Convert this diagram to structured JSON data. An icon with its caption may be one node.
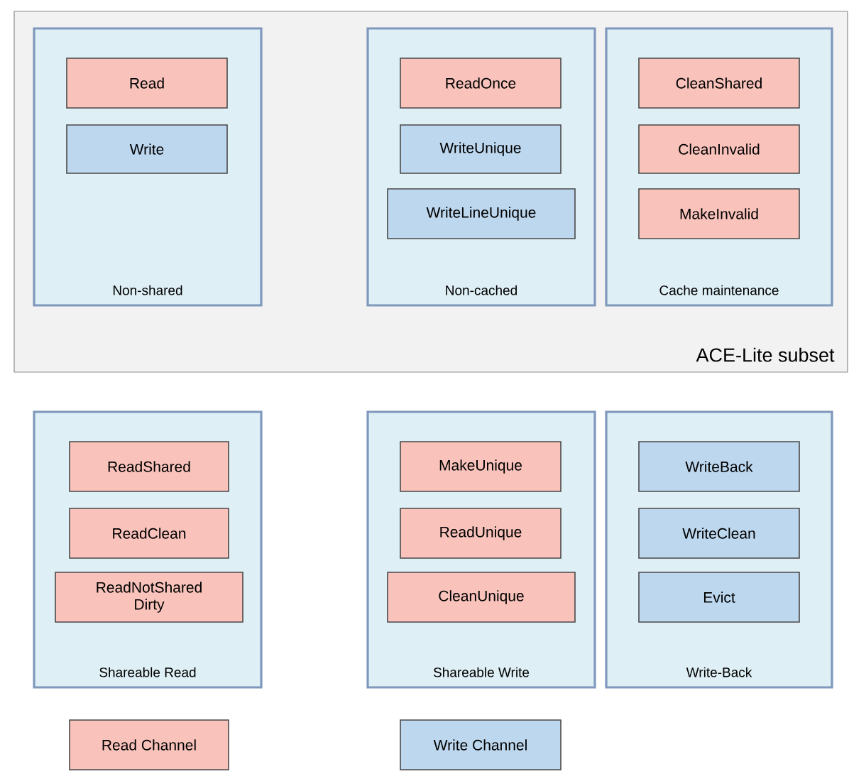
{
  "diagram": {
    "nodes": [
      {
        "text": [
          "ACE-Lite subset"
        ]
      },
      {
        "text": [
          "Non-shared"
        ],
        "in": 0
      },
      {
        "text": [
          "Read"
        ],
        "in": 1
      },
      {
        "text": [
          "Write"
        ],
        "in": 1
      },
      {
        "text": [
          "Non-cached"
        ],
        "in": 0
      },
      {
        "text": [
          "ReadOnce"
        ],
        "in": 4
      },
      {
        "text": [
          "WriteUnique"
        ],
        "in": 4
      },
      {
        "text": [
          "WriteLineUnique"
        ],
        "in": 4
      },
      {
        "text": [
          "Cache maintenance"
        ],
        "in": 0
      },
      {
        "text": [
          "CleanShared"
        ],
        "in": 8
      },
      {
        "text": [
          "CleanInvalid"
        ],
        "in": 8
      },
      {
        "text": [
          "MakeInvalid"
        ],
        "in": 8
      },
      {
        "text": [
          "Shareable Read"
        ]
      },
      {
        "text": [
          "ReadShared"
        ],
        "in": 12
      },
      {
        "text": [
          "ReadClean"
        ],
        "in": 12
      },
      {
        "text": [
          "ReadNotShared Dirty"
        ],
        "in": 12
      },
      {
        "text": [
          "Shareable Write"
        ]
      },
      {
        "text": [
          "MakeUnique"
        ],
        "in": 16
      },
      {
        "text": [
          "ReadUnique"
        ],
        "in": 16
      },
      {
        "text": [
          "CleanUnique"
        ],
        "in": 16
      },
      {
        "text": [
          "Write-Back"
        ]
      },
      {
        "text": [
          "WriteBack"
        ],
        "in": 20
      },
      {
        "text": [
          "WriteClean"
        ],
        "in": 20
      },
      {
        "text": [
          "Evict"
        ],
        "in": 20
      }
    ],
    "legend": [
      {
        "text": "Read Channel",
        "color": "#f9c3bb"
      },
      {
        "text": "Write Channel",
        "color": "#bdd7ee"
      }
    ]
  }
}
